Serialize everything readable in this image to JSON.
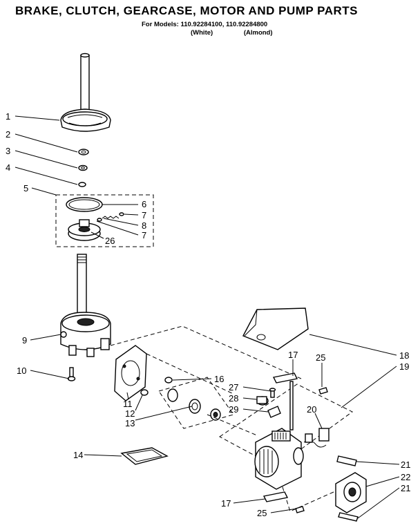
{
  "header": {
    "title": "BRAKE, CLUTCH, GEARCASE, MOTOR AND PUMP PARTS",
    "models_line": "For Models: 110.92284100, 110.92284800",
    "variant_white": "(White)",
    "variant_almond": "(Almond)"
  },
  "callouts": {
    "c1": "1",
    "c2": "2",
    "c3": "3",
    "c4": "4",
    "c5": "5",
    "c6": "6",
    "c7a": "7",
    "c7b": "7",
    "c8": "8",
    "c26": "26",
    "c9": "9",
    "c10": "10",
    "c11": "11",
    "c12": "12",
    "c13": "13",
    "c14": "14",
    "c16": "16",
    "c17a": "17",
    "c17b": "17",
    "c18": "18",
    "c19": "19",
    "c20": "20",
    "c21a": "21",
    "c21b": "21",
    "c22": "22",
    "c25a": "25",
    "c25b": "25",
    "c27": "27",
    "c28": "28",
    "c29": "29"
  }
}
